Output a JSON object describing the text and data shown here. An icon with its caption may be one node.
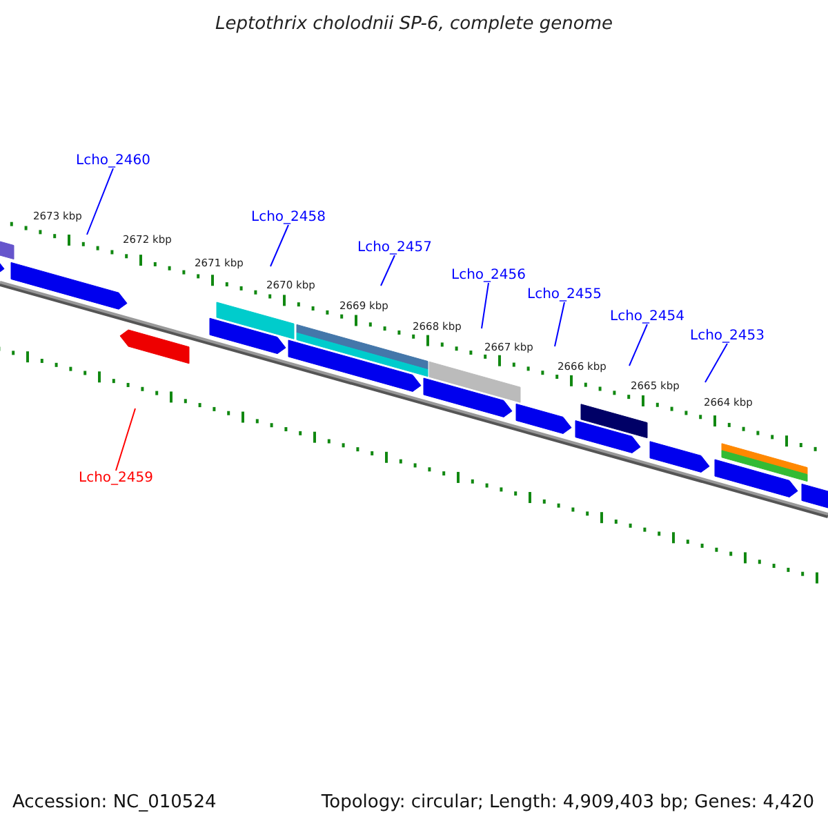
{
  "diagram": {
    "title": "Leptothrix cholodnii SP-6, complete genome",
    "nodes": [
      {
        "text": [
          "Lcho_2460"
        ]
      },
      {
        "text": [
          "Lcho_2458"
        ]
      },
      {
        "text": [
          "Lcho_2457"
        ]
      },
      {
        "text": [
          "Lcho_2456"
        ]
      },
      {
        "text": [
          "Lcho_2455"
        ]
      },
      {
        "text": [
          "Lcho_2454"
        ]
      },
      {
        "text": [
          "Lcho_2453"
        ]
      },
      {
        "text": [
          "Lcho_2459"
        ]
      }
    ],
    "edges": [
      {
        "from": 0,
        "to": null,
        "arrow": "none"
      },
      {
        "from": 1,
        "to": null,
        "arrow": "none"
      },
      {
        "from": 2,
        "to": null,
        "arrow": "none"
      },
      {
        "from": 3,
        "to": null,
        "arrow": "none"
      },
      {
        "from": 4,
        "to": null,
        "arrow": "none"
      },
      {
        "from": 5,
        "to": null,
        "arrow": "none"
      },
      {
        "from": 6,
        "to": null,
        "arrow": "none"
      },
      {
        "from": 7,
        "to": null,
        "arrow": "none",
        "color": "#ff0000"
      }
    ],
    "labels": [
      "2673 kbp",
      "2672 kbp",
      "2671 kbp",
      "2670 kbp",
      "2669 kbp",
      "2668 kbp",
      "2667 kbp",
      "2666 kbp",
      "2665 kbp",
      "2664 kbp",
      "Accession: NC_010524",
      "Topology: circular; Length: 4,909,403 bp; Genes: 4,420"
    ]
  }
}
